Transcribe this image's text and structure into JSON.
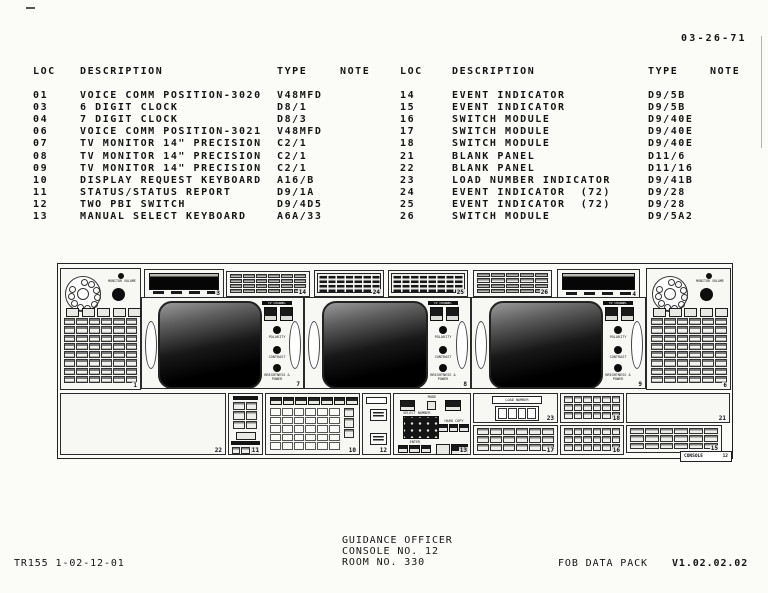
{
  "date": "03-26-71",
  "table": {
    "headers": [
      "LOC",
      "DESCRIPTION",
      "TYPE",
      "NOTE"
    ],
    "left_rows": [
      {
        "loc": "01",
        "description": "VOICE COMM POSITION-3020",
        "type": "V48MFD",
        "note": ""
      },
      {
        "loc": "03",
        "description": "6 DIGIT CLOCK",
        "type": "D8/1",
        "note": ""
      },
      {
        "loc": "04",
        "description": "7 DIGIT CLOCK",
        "type": "D8/3",
        "note": ""
      },
      {
        "loc": "06",
        "description": "VOICE COMM POSITION-3021",
        "type": "V48MFD",
        "note": ""
      },
      {
        "loc": "07",
        "description": "TV MONITOR 14\" PRECISION",
        "type": "C2/1",
        "note": ""
      },
      {
        "loc": "08",
        "description": "TV MONITOR 14\" PRECISION",
        "type": "C2/1",
        "note": ""
      },
      {
        "loc": "09",
        "description": "TV MONITOR 14\" PRECISION",
        "type": "C2/1",
        "note": ""
      },
      {
        "loc": "10",
        "description": "DISPLAY REQUEST KEYBOARD",
        "type": "A16/B",
        "note": ""
      },
      {
        "loc": "11",
        "description": "STATUS/STATUS REPORT",
        "type": "D9/1A",
        "note": ""
      },
      {
        "loc": "12",
        "description": "TWO PBI SWITCH",
        "type": "D9/4D5",
        "note": ""
      },
      {
        "loc": "13",
        "description": "MANUAL SELECT KEYBOARD",
        "type": "A6A/33",
        "note": ""
      }
    ],
    "right_rows": [
      {
        "loc": "14",
        "description": "EVENT INDICATOR",
        "type": "D9/5B",
        "note": ""
      },
      {
        "loc": "15",
        "description": "EVENT INDICATOR",
        "type": "D9/5B",
        "note": ""
      },
      {
        "loc": "16",
        "description": "SWITCH MODULE",
        "type": "D9/40E",
        "note": ""
      },
      {
        "loc": "17",
        "description": "SWITCH MODULE",
        "type": "D9/40E",
        "note": ""
      },
      {
        "loc": "18",
        "description": "SWITCH MODULE",
        "type": "D9/40E",
        "note": ""
      },
      {
        "loc": "21",
        "description": "BLANK PANEL",
        "type": "D11/6",
        "note": ""
      },
      {
        "loc": "22",
        "description": "BLANK PANEL",
        "type": "D11/16",
        "note": ""
      },
      {
        "loc": "23",
        "description": "LOAD NUMBER INDICATOR",
        "type": "D9/41B",
        "note": ""
      },
      {
        "loc": "24",
        "description": "EVENT INDICATOR  (72)",
        "type": "D9/28",
        "note": ""
      },
      {
        "loc": "25",
        "description": "EVENT INDICATOR  (72)",
        "type": "D9/28",
        "note": ""
      },
      {
        "loc": "26",
        "description": "SWITCH MODULE",
        "type": "D9/5A2",
        "note": ""
      }
    ]
  },
  "console": {
    "labels": {
      "monitor_volume": "MONITOR VOLUME",
      "tv_channel": "TV CHANNEL",
      "polarity": "POLARITY",
      "contrast": "CONTRAST",
      "brightness_power": "BRIGHTNESS & POWER",
      "mode": "MODE",
      "select_number": "SELECT NUMBER",
      "hard_copy": "HARD COPY",
      "enter": "ENTER",
      "load_number": "LOAD NUMBER",
      "console_tag": "CONSOLE",
      "console_number": "12"
    },
    "panel_numbers": {
      "p1": "1",
      "p3": "3",
      "p4": "4",
      "p6": "6",
      "p7": "7",
      "p8": "8",
      "p9": "9",
      "p10": "10",
      "p11": "11",
      "p12": "12",
      "p13": "13",
      "p14": "14",
      "p15": "15",
      "p16": "16",
      "p17": "17",
      "p18": "18",
      "p21": "21",
      "p22": "22",
      "p23": "23",
      "p24": "24",
      "p25": "25",
      "p26": "26"
    }
  },
  "footer": {
    "title_line1": "GUIDANCE OFFICER",
    "title_line2": "CONSOLE NO. 12",
    "title_line3": "ROOM NO. 330",
    "doc_ref": "TR155 1-02-12-01",
    "data_pack": "FOB DATA PACK",
    "version": "V1.02.02.02"
  }
}
